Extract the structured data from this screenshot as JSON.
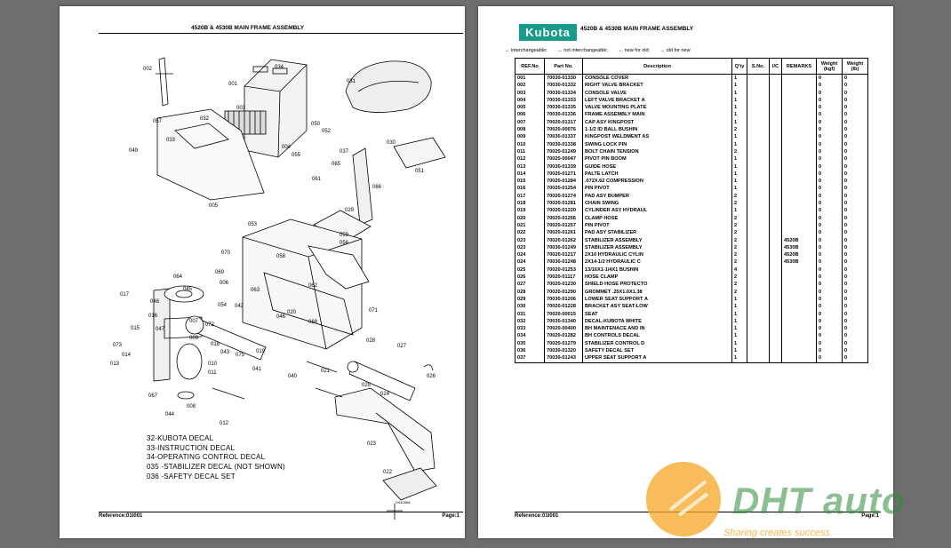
{
  "left_page": {
    "title": "4520B & 4530B MAIN FRAME ASSEMBLY",
    "reference": "Reference:01I001",
    "page": "Page:1",
    "callouts": [
      "001",
      "002",
      "003",
      "004",
      "005",
      "006",
      "007",
      "008",
      "009",
      "010",
      "011",
      "012",
      "013",
      "014",
      "015",
      "016",
      "017",
      "018",
      "019",
      "020",
      "021",
      "022",
      "023",
      "024",
      "025",
      "026",
      "027",
      "028",
      "029",
      "030",
      "031",
      "032",
      "033",
      "034",
      "037",
      "040",
      "041",
      "042",
      "043",
      "044",
      "045",
      "046",
      "047",
      "048",
      "049",
      "050",
      "051",
      "052",
      "053",
      "054",
      "055",
      "056",
      "057",
      "058",
      "059",
      "061",
      "062",
      "063",
      "064",
      "065",
      "066",
      "067",
      "068",
      "069",
      "070",
      "071",
      "072",
      "073",
      "075"
    ],
    "decals": [
      "32-KUBOTA DECAL",
      "33-INSTRUCTION DECAL",
      "34-OPERATING CONTROL DECAL",
      "035 -STABILIZER DECAL (NOT SHOWN)",
      "036 -SAFETY DECAL SET"
    ],
    "image_code": "D04288A"
  },
  "right_page": {
    "logo": "Kubota",
    "title": "4520B & 4530B MAIN FRAME ASSEMBLY",
    "legend": [
      "↔ interchangeable;",
      "↔ not interchangeable;",
      "← new for old;",
      "→ old for new"
    ],
    "columns": [
      "REF.No",
      "Part No.",
      "Description",
      "Q'ty",
      "S.No.",
      "I/C",
      "REMARKS",
      "Weight (kgf)",
      "Weight (lb)"
    ],
    "rows": [
      [
        "001",
        "70030-01330",
        "CONSOLE COVER",
        "1",
        "",
        "",
        "",
        "0",
        "0"
      ],
      [
        "002",
        "70030-01332",
        "RIGHT VALVE BRACKET",
        "1",
        "",
        "",
        "",
        "0",
        "0"
      ],
      [
        "003",
        "70030-01334",
        "CONSOLE VALVE",
        "1",
        "",
        "",
        "",
        "0",
        "0"
      ],
      [
        "004",
        "70030-01333",
        "LEFT VALVE BRACKET A",
        "1",
        "",
        "",
        "",
        "0",
        "0"
      ],
      [
        "005",
        "70030-01335",
        "VALVE MOUNTING PLATE",
        "1",
        "",
        "",
        "",
        "0",
        "0"
      ],
      [
        "006",
        "70030-01336",
        "FRAME ASSEMBLY MAIN",
        "1",
        "",
        "",
        "",
        "0",
        "0"
      ],
      [
        "007",
        "70020-01317",
        "CAP ASY KINGPOST",
        "1",
        "",
        "",
        "",
        "0",
        "0"
      ],
      [
        "008",
        "70020-00076",
        "1-1/2 ID BALL BUSHIN",
        "2",
        "",
        "",
        "",
        "0",
        "0"
      ],
      [
        "009",
        "70030-01337",
        "KINGPOST WELDMENT AS",
        "1",
        "",
        "",
        "",
        "0",
        "0"
      ],
      [
        "010",
        "70030-01338",
        "SWING LOCK PIN",
        "1",
        "",
        "",
        "",
        "0",
        "0"
      ],
      [
        "011",
        "70020-01249",
        "BOLT CHAIN TENSION",
        "2",
        "",
        "",
        "",
        "0",
        "0"
      ],
      [
        "012",
        "70020-00047",
        "PIVOT PIN BOOM",
        "1",
        "",
        "",
        "",
        "0",
        "0"
      ],
      [
        "013",
        "70030-01339",
        "GUIDE HOSE",
        "1",
        "",
        "",
        "",
        "0",
        "0"
      ],
      [
        "014",
        "70020-01271",
        "PALTE LATCH",
        "1",
        "",
        "",
        "",
        "0",
        "0"
      ],
      [
        "015",
        "70020-01284",
        ".072X.62 COMPRESSION",
        "1",
        "",
        "",
        "",
        "0",
        "0"
      ],
      [
        "016",
        "70020-01254",
        "PIN PIVOT",
        "1",
        "",
        "",
        "",
        "0",
        "0"
      ],
      [
        "017",
        "70020-01274",
        "PAD ASY BUMPER",
        "2",
        "",
        "",
        "",
        "0",
        "0"
      ],
      [
        "018",
        "70020-01281",
        "CHAIN SWING",
        "2",
        "",
        "",
        "",
        "0",
        "0"
      ],
      [
        "019",
        "70020-01220",
        "CYLINDER ASY HYDRAUL",
        "1",
        "",
        "",
        "",
        "0",
        "0"
      ],
      [
        "020",
        "70020-01256",
        "CLAMP HOSE",
        "2",
        "",
        "",
        "",
        "0",
        "0"
      ],
      [
        "021",
        "70020-01257",
        "PIN PIVOT",
        "2",
        "",
        "",
        "",
        "0",
        "0"
      ],
      [
        "022",
        "70020-01261",
        "PAD ASY STABILIZER",
        "2",
        "",
        "",
        "",
        "0",
        "0"
      ],
      [
        "023",
        "70020-01262",
        "STABILIZER ASSEMBLY",
        "2",
        "",
        "",
        "4520B",
        "0",
        "0"
      ],
      [
        "023",
        "70030-01249",
        "STABILIZER ASSEMBLY",
        "2",
        "",
        "",
        "4530B",
        "0",
        "0"
      ],
      [
        "024",
        "70020-01217",
        "2X10 HYDRAULIC CYLIN",
        "2",
        "",
        "",
        "4520B",
        "0",
        "0"
      ],
      [
        "024",
        "70030-01248",
        "2X14-1/2 HYDRAULIC C",
        "2",
        "",
        "",
        "4530B",
        "0",
        "0"
      ],
      [
        "025",
        "70020-01253",
        "13/16X1-1/4X1 BUSHIN",
        "4",
        "",
        "",
        "",
        "0",
        "0"
      ],
      [
        "026",
        "70020-01117",
        "HOSE CLAMP",
        "2",
        "",
        "",
        "",
        "0",
        "0"
      ],
      [
        "027",
        "70020-01230",
        "SHIELD HOSE PROTECTO",
        "2",
        "",
        "",
        "",
        "0",
        "0"
      ],
      [
        "028",
        "70020-01290",
        "GROMMET .25X1.0X1.38",
        "2",
        "",
        "",
        "",
        "0",
        "0"
      ],
      [
        "029",
        "70030-01206",
        "LOWER SEAT SUPPORT A",
        "1",
        "",
        "",
        "",
        "0",
        "0"
      ],
      [
        "030",
        "70020-01228",
        "BRACKET ASY SEAT-LOW",
        "1",
        "",
        "",
        "",
        "0",
        "0"
      ],
      [
        "031",
        "70020-00015",
        "SEAT",
        "1",
        "",
        "",
        "",
        "0",
        "0"
      ],
      [
        "032",
        "70030-01340",
        "DECAL-KUBOTA WHITE",
        "1",
        "",
        "",
        "",
        "0",
        "0"
      ],
      [
        "033",
        "70020-00400",
        "BH MAINTENACE AND IN",
        "1",
        "",
        "",
        "",
        "0",
        "0"
      ],
      [
        "034",
        "70020-01282",
        "BH CONTROLS DECAL",
        "1",
        "",
        "",
        "",
        "0",
        "0"
      ],
      [
        "035",
        "70020-01279",
        "STABILIZER CONTROL D",
        "1",
        "",
        "",
        "",
        "0",
        "0"
      ],
      [
        "036",
        "70030-01320",
        "SAFETY DECAL SET",
        "1",
        "",
        "",
        "",
        "0",
        "0"
      ],
      [
        "037",
        "70030-01243",
        "UPPER SEAT SUPPORT A",
        "1",
        "",
        "",
        "",
        "0",
        "0"
      ]
    ],
    "reference": "Reference:01I001",
    "page": "Page:1"
  },
  "watermark": {
    "brand": "DHT auto",
    "tagline": "Sharing creates success"
  },
  "colors": {
    "logo_bg": "#1a9a8a",
    "watermark_orange": "#f5a623",
    "watermark_green": "#2e8b3a"
  }
}
